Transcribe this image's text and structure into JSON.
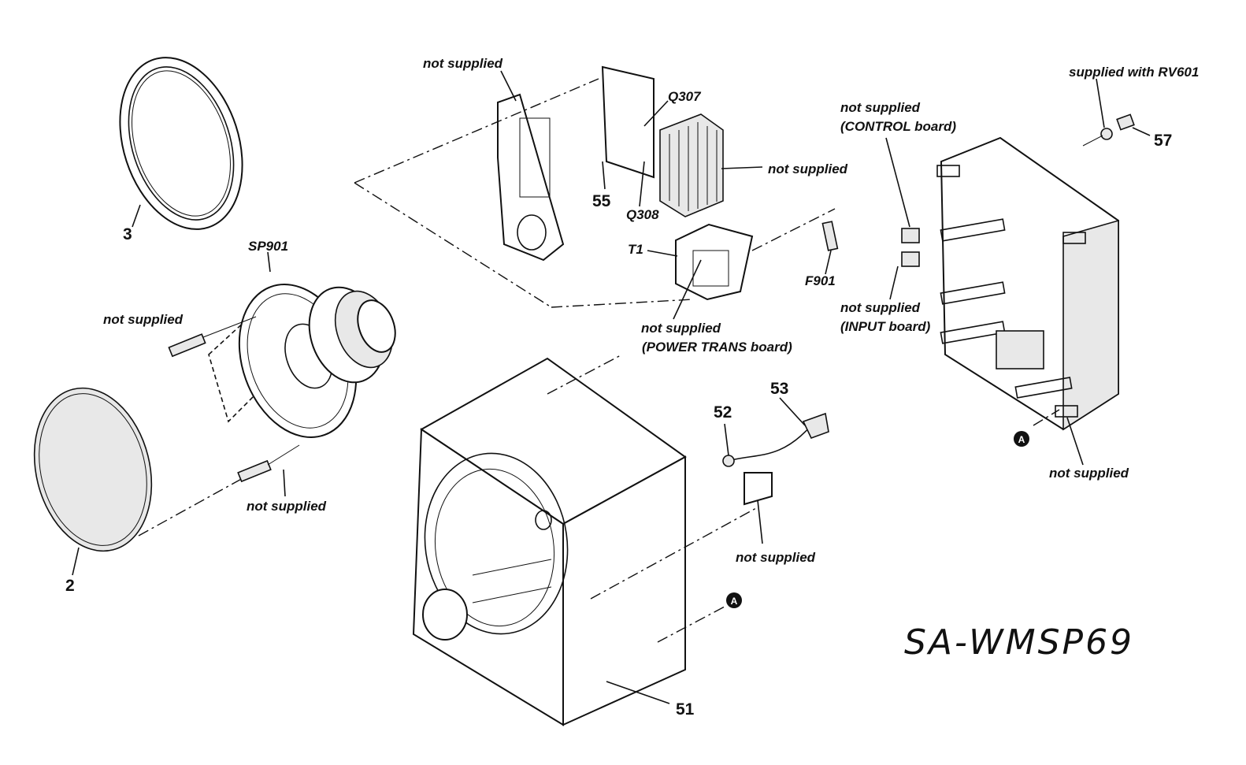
{
  "model_mark": "SA-WMSP69",
  "labels": {
    "not_supplied_chassis": "not supplied",
    "q307": "Q307",
    "q308": "Q308",
    "not_supplied_heatsink": "not supplied",
    "ref_55": "55",
    "t1": "T1",
    "f901": "F901",
    "not_supplied_power_1": "not supplied",
    "not_supplied_power_2": "(POWER TRANS board)",
    "not_supplied_control_1": "not supplied",
    "not_supplied_control_2": "(CONTROL board)",
    "not_supplied_input_1": "not supplied",
    "not_supplied_input_2": "(INPUT board)",
    "supplied_with_rv601": "supplied with RV601",
    "ref_57": "57",
    "ref_3": "3",
    "sp901": "SP901",
    "not_supplied_screw_top": "not supplied",
    "not_supplied_screw_bottom": "not supplied",
    "ref_2": "2",
    "ref_52": "52",
    "ref_53": "53",
    "not_supplied_bracket": "not supplied",
    "not_supplied_panel": "not supplied",
    "ref_51": "51",
    "marker_a_1": "A",
    "marker_a_2": "A"
  }
}
